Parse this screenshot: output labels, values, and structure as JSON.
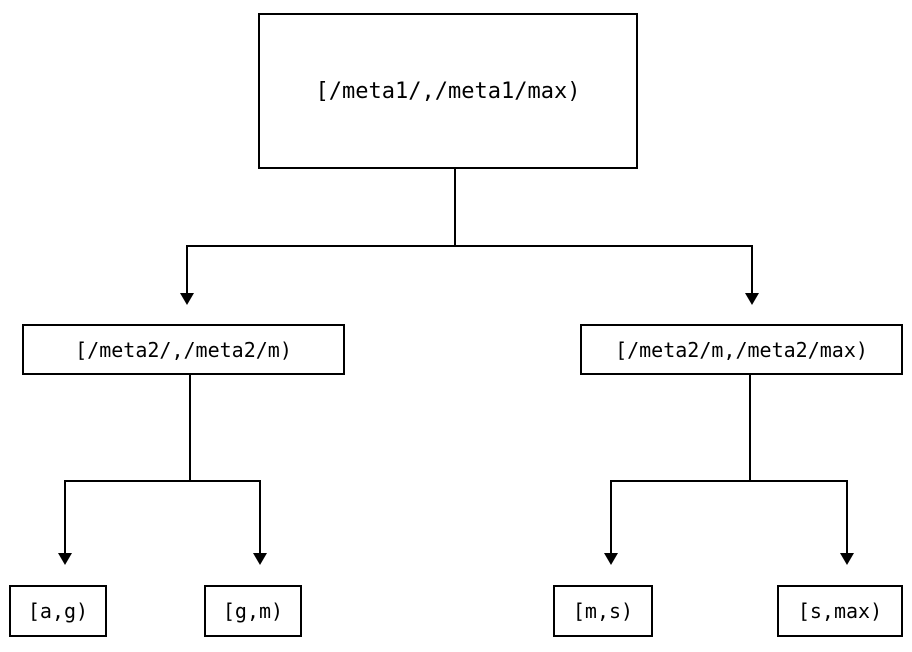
{
  "diagram": {
    "type": "tree",
    "title": "",
    "orientation": "top-down",
    "colors": {
      "background": "#ffffff",
      "stroke": "#000000",
      "node_fill": "#ffffff",
      "text": "#000000"
    },
    "nodes": {
      "root": {
        "label": "[/meta1/,/meta1/max)"
      },
      "level2": [
        {
          "label": "[/meta2/,/meta2/m)"
        },
        {
          "label": "[/meta2/m,/meta2/max)"
        }
      ],
      "leaves": [
        {
          "label": "[a,g)"
        },
        {
          "label": "[g,m)"
        },
        {
          "label": "[m,s)"
        },
        {
          "label": "[s,max)"
        }
      ]
    }
  }
}
